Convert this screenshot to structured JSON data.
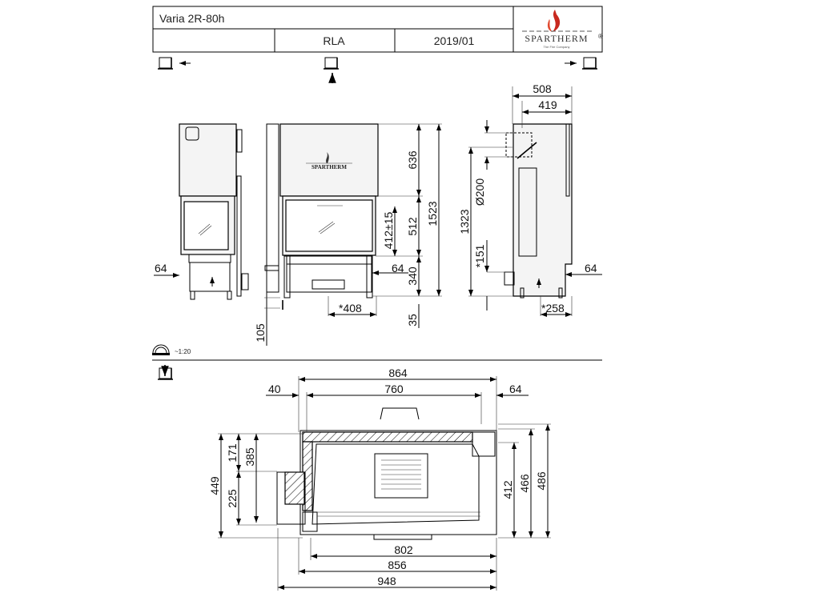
{
  "header": {
    "title": "Varia 2R-80h",
    "variant": "RLA",
    "date": "2019/01",
    "brand": "SPARTHERM",
    "brand_tagline": "The Fire Company",
    "brand_mark": "®"
  },
  "views": {
    "left_view_icon": "view-left-icon",
    "front_view_icon": "view-front-icon",
    "right_view_icon": "view-right-icon",
    "top_view_icon": "view-top-icon"
  },
  "scale": {
    "label": "~1:20"
  },
  "front_logo": "SPARTHERM",
  "dims": {
    "left_64": "64",
    "front_636": "636",
    "front_512": "512",
    "front_340": "340",
    "front_1523": "1523",
    "front_412": "412±15",
    "front_64": "64",
    "front_408": "*408",
    "front_35": "35",
    "front_105": "105",
    "side_508": "508",
    "side_419": "419",
    "side_1323": "1323",
    "side_d200": "Ø200",
    "side_151": "*151",
    "side_64": "64",
    "side_258": "*258",
    "plan_864": "864",
    "plan_760": "760",
    "plan_40": "40",
    "plan_64": "64",
    "plan_449": "449",
    "plan_171": "171",
    "plan_385": "385",
    "plan_225": "225",
    "plan_412": "412",
    "plan_466": "466",
    "plan_486": "486",
    "plan_802": "802",
    "plan_856": "856",
    "plan_948": "948"
  }
}
